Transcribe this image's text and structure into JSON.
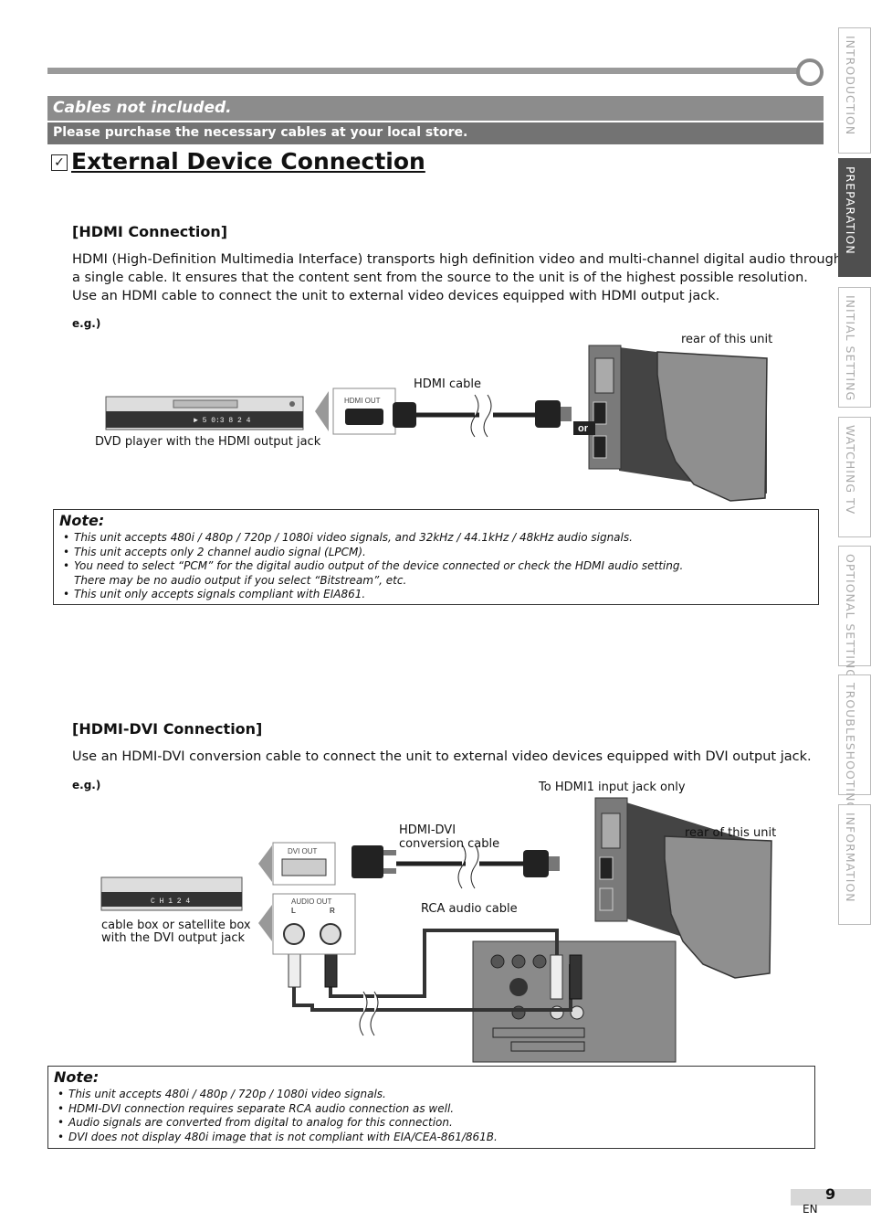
{
  "banner": {
    "cables_not_included": "Cables not included.",
    "purchase_note": "Please purchase the necessary cables at your local store."
  },
  "title": "External Device Connection",
  "hdmi": {
    "heading": "[HDMI Connection]",
    "para1": "HDMI (High-Definition Multimedia Interface) transports high definition video and multi-channel digital audio through",
    "para2": "a single cable. It ensures that the content sent from the source to the unit is of the highest possible resolution.",
    "para3": "Use an HDMI cable to connect the unit to external video devices equipped with HDMI output jack.",
    "eg": "e.g.)",
    "rear_label": "rear of this unit",
    "cable_label": "HDMI cable",
    "device_label": "DVD player with the HDMI output jack",
    "jack_label": "HDMI OUT",
    "or_label": "or",
    "display_readout": "► 5 0:3 8 2 4",
    "note_title": "Note:",
    "notes": [
      "This unit accepts 480i / 480p / 720p / 1080i video signals, and 32kHz / 44.1kHz / 48kHz audio signals.",
      "This unit accepts only 2 channel audio signal (LPCM).",
      "You need to select “PCM” for the digital audio output of the device connected or check the HDMI audio setting.",
      "This unit only accepts signals compliant with EIA861."
    ],
    "note3_cont": "There may be no audio output if you select “Bitstream”, etc."
  },
  "dvi": {
    "heading": "[HDMI-DVI Connection]",
    "para": "Use an HDMI-DVI conversion cable to connect the unit to external video devices equipped with DVI output jack.",
    "eg": "e.g.)",
    "hdmi1_label": "To HDMI1 input jack only",
    "rear_label": "rear of this unit",
    "cable_label1": "HDMI-DVI",
    "cable_label2": "conversion cable",
    "rca_label": "RCA audio cable",
    "device_label1": "cable box or satellite box",
    "device_label2": "with the DVI output jack",
    "dvi_out": "DVI OUT",
    "audio_out": "AUDIO OUT",
    "audio_l": "L",
    "audio_r": "R",
    "display_readout": "C H  1 2 4",
    "note_title": "Note:",
    "notes": [
      "This unit accepts 480i / 480p / 720p / 1080i video signals.",
      "HDMI-DVI connection requires separate RCA audio connection as well.",
      "Audio signals are converted from digital to analog for this connection.",
      "DVI does not display 480i image that is not compliant with EIA/CEA-861/861B."
    ]
  },
  "side_tabs": [
    {
      "label": "INTRODUCTION",
      "active": false
    },
    {
      "label": "PREPARATION",
      "active": true
    },
    {
      "label": "INITIAL SETTING",
      "active": false
    },
    {
      "label": "WATCHING TV",
      "active": false
    },
    {
      "label": "OPTIONAL SETTING",
      "active": false
    },
    {
      "label": "TROUBLESHOOTING",
      "active": false
    },
    {
      "label": "INFORMATION",
      "active": false
    }
  ],
  "page": {
    "number": "9",
    "lang": "EN"
  }
}
